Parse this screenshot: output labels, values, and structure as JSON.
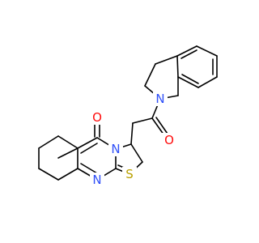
{
  "structure": {
    "colors": {
      "bond": "#000000",
      "O": "#ff0d0d",
      "N": "#3050f8",
      "S": "#b8a000",
      "background": "#ffffff"
    },
    "atoms": {
      "O_keto": "O",
      "N_ring_fused": "N",
      "N_pyrimidine": "N",
      "S_thiazole": "S",
      "O_amide": "O",
      "N_isoquinoline": "N"
    }
  }
}
